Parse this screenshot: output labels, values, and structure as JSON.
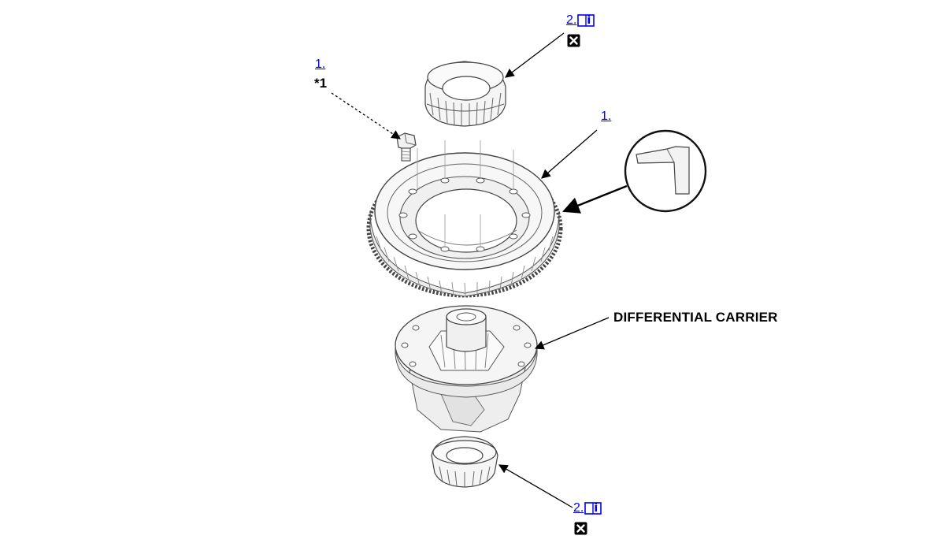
{
  "callouts": {
    "top_bearing": {
      "text": "2.",
      "icon": "info-book-icon",
      "remove_icon": "x-box-icon"
    },
    "bolt": {
      "text": "1.",
      "note": "*1"
    },
    "ring_gear": {
      "text": "1."
    },
    "bottom_bearing": {
      "text": "2.",
      "icon": "info-book-icon",
      "remove_icon": "x-box-icon"
    }
  },
  "labels": {
    "differential_carrier": "DIFFERENTIAL CARRIER"
  },
  "colors": {
    "link": "#0000ee",
    "line": "#000000",
    "part_stroke": "#555555",
    "part_fill": "#f4f4f4"
  }
}
